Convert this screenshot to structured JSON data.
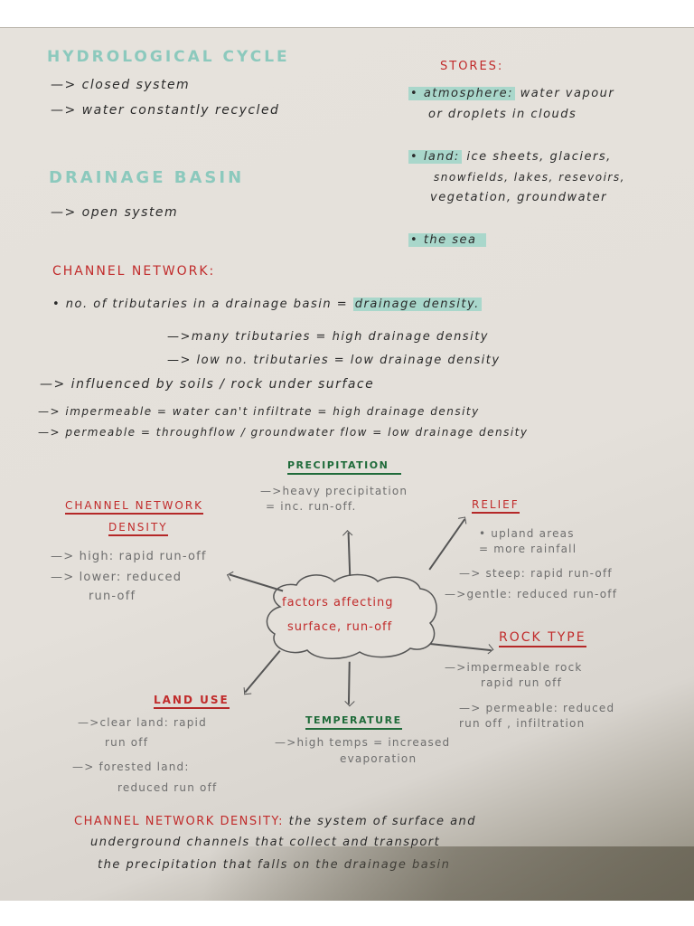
{
  "hydrological_cycle": {
    "title": "HYDROLOGICAL CYCLE",
    "points": [
      "—> closed   system",
      "—> water   constantly   recycled"
    ]
  },
  "stores": {
    "title": "STORES:",
    "atmosphere_label": "atmosphere:",
    "atmosphere_line1": "water vapour",
    "atmosphere_line2": "or   droplets  in   clouds",
    "land_label": "land:",
    "land_line1": "ice  sheets,  glaciers,",
    "land_line2": "snowfields,  lakes,  resevoirs,",
    "land_line3": "vegetation,  groundwater",
    "sea_label": "the   sea"
  },
  "drainage_basin": {
    "title": "DRAINAGE  BASIN",
    "points": [
      "—> open   system"
    ]
  },
  "channel_network": {
    "title": "CHANNEL  NETWORK:",
    "definition_prefix": "• no.  of   tributaries   in    a    drainage     basin =",
    "definition_highlight": "drainage     density.",
    "sub_points": [
      "—>many  tributaries = high  drainage   density",
      "—> low  no.  tributaries = low  drainage  density"
    ],
    "points": [
      "—>   influenced    by    soils / rock    under    surface",
      "—>   impermeable   =   water    can't   infiltrate  =  high   drainage   density",
      "—>  permeable  =  throughflow / groundwater   flow  =  low   drainage   density"
    ]
  },
  "mind_map": {
    "center_line1": "factors   affecting",
    "center_line2": "surface,   run-off",
    "precipitation": {
      "title": "PRECIPITATION",
      "line1": "—>heavy  precipitation",
      "line2": "= inc.   run-off."
    },
    "channel_network_density": {
      "title_line1": "CHANNEL  NETWORK",
      "title_line2": "DENSITY",
      "line1": "—> high: rapid  run-off",
      "line2": "—>  lower: reduced",
      "line3": "run-off"
    },
    "relief": {
      "title": "RELIEF",
      "line1": "• upland    areas",
      "line2": "= more    rainfall",
      "line3": "—>   steep:  rapid    run-off",
      "line4": "—>gentle:  reduced   run-off"
    },
    "rock_type": {
      "title": "ROCK   TYPE",
      "line1": "—>impermeable      rock",
      "line2": "rapid      run  off",
      "line3": "—> permeable:  reduced",
      "line4": "run  off ,  infiltration"
    },
    "land_use": {
      "title": "LAND   USE",
      "line1": "—>clear    land: rapid",
      "line2": "run    off",
      "line3": "—> forested   land:",
      "line4": "reduced   run  off"
    },
    "temperature": {
      "title": "TEMPERATURE",
      "line1": "—>high  temps =  increased",
      "line2": "evaporation"
    }
  },
  "definition": {
    "term": "CHANNEL  NETWORK   DENSITY:",
    "line1": "the    system    of    surface    and",
    "line2": "underground    channels    that    collect    and    transport",
    "line3": "the    precipitation    that    falls    on    the    drainage    basin"
  },
  "colors": {
    "paper": "#e4e0da",
    "ink": "#2b2b2b",
    "pencil": "#6e6e6e",
    "red_heading": "#c12b2b",
    "teal_heading": "#8cc9bd",
    "teal_highlight": "#a9d7cb",
    "green_heading": "#1f6b3a"
  }
}
